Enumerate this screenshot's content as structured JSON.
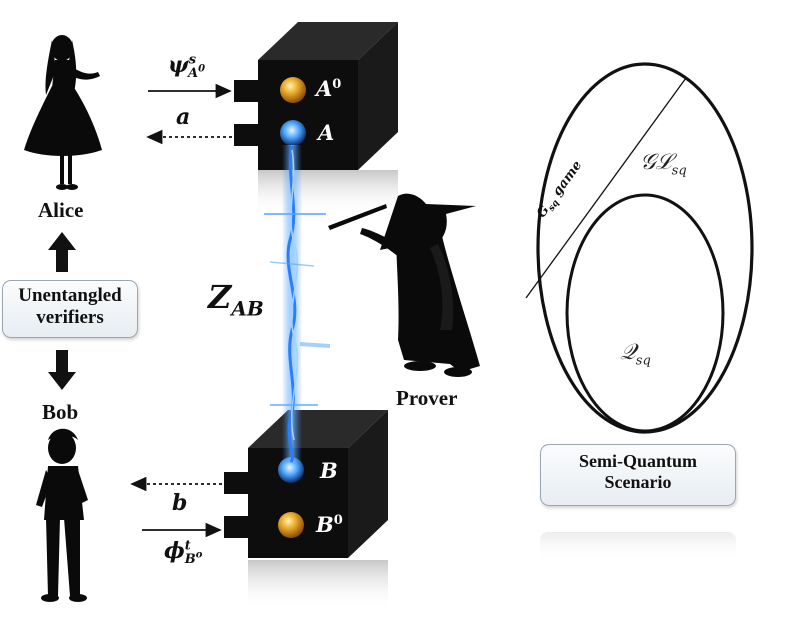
{
  "left_panel": {
    "alice_label": "Alice",
    "bob_label": "Bob",
    "verifiers_line1": "Unentangled",
    "verifiers_line2": "verifiers"
  },
  "cube_top": {
    "input_base": "ψ",
    "input_sup": "s",
    "input_sub_base": "A",
    "input_sub_sup": "0",
    "output_label": "a",
    "port_upper_base": "A",
    "port_upper_sup": "0",
    "port_lower": "A"
  },
  "cube_bottom": {
    "output_label": "b",
    "input_base": "ϕ",
    "input_sup": "t",
    "input_sub_base": "B",
    "input_sub_sup": "o",
    "port_upper": "B",
    "port_lower_base": "B",
    "port_lower_sup": "0"
  },
  "middle": {
    "state_base": "Z",
    "state_sub": "AB",
    "prover_label": "Prover"
  },
  "right_panel": {
    "outer_base": "𝒢ℒ",
    "outer_sub": "sq",
    "inner_base": "𝒬",
    "inner_sub": "sq",
    "line_label_g": "G",
    "line_label_sub": "sq",
    "line_label_game": "game",
    "scenario_line1": "Semi-Quantum",
    "scenario_line2": "Scenario"
  },
  "colors": {
    "cube": "#0d0d0d",
    "entanglement": "#3a8cff",
    "box_border": "#9aa6b2",
    "gold_orb": "#e0a21f"
  }
}
